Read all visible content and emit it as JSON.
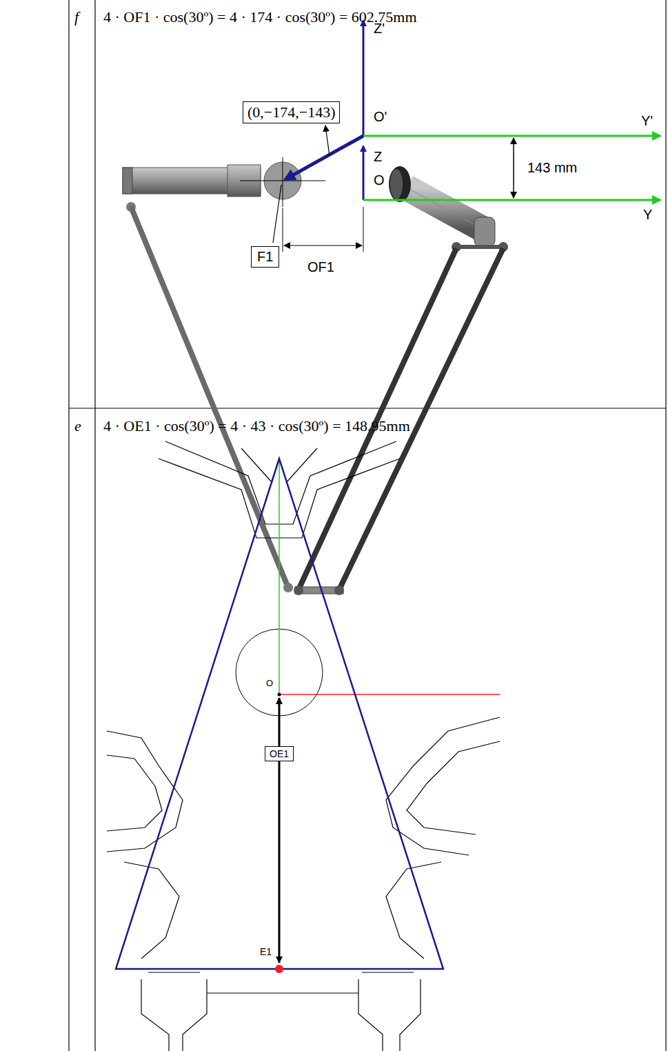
{
  "diagram": {
    "nodes": [
      {
        "text": [
          "(0,−174,−143)"
        ]
      },
      {
        "text": [
          "F1"
        ]
      },
      {
        "text": [
          "OE1"
        ]
      }
    ],
    "labels": [
      "f",
      "4 · OF1 · cos(30º) = 4 · 174 · cos(30º) = 602.75mm",
      "Z'",
      "O'",
      "Y'",
      "Z",
      "O",
      "Y",
      "143 mm",
      "OF1",
      "e",
      "4 · OE1 · cos(30º) = 4 · 43 · cos(30º) = 148.95mm",
      "O",
      "E1"
    ]
  }
}
